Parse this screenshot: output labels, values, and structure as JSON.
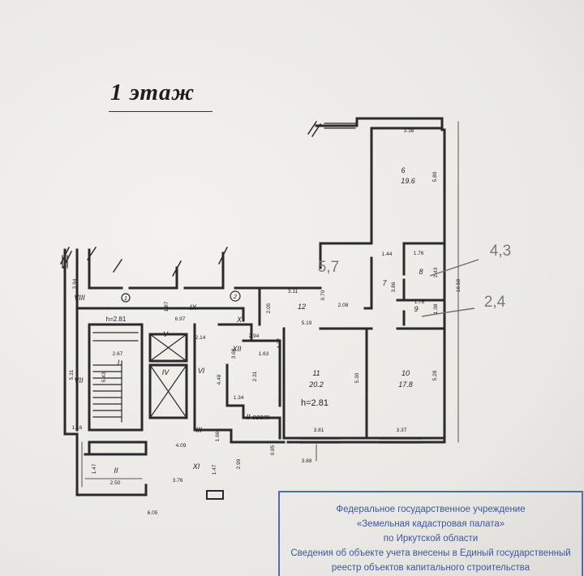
{
  "floor_title": "1 этаж",
  "height_labels": {
    "main": "h=2.81",
    "room11": "h=2.81"
  },
  "rooms": [
    {
      "id": "6",
      "area": "19.6"
    },
    {
      "id": "11",
      "area": "20.2"
    },
    {
      "id": "10",
      "area": "17.8"
    },
    {
      "id": "8",
      "area": ""
    },
    {
      "id": "7",
      "area": ""
    },
    {
      "id": "9",
      "area": ""
    },
    {
      "id": "12",
      "area": ""
    },
    {
      "id": "I",
      "area": ""
    },
    {
      "id": "II",
      "area": ""
    },
    {
      "id": "III",
      "area": ""
    },
    {
      "id": "IV",
      "area": ""
    },
    {
      "id": "V",
      "area": ""
    },
    {
      "id": "VI",
      "area": ""
    },
    {
      "id": "VII",
      "area": ""
    },
    {
      "id": "VIII",
      "area": ""
    },
    {
      "id": "IX",
      "area": ""
    },
    {
      "id": "X",
      "area": ""
    },
    {
      "id": "XI",
      "area": ""
    },
    {
      "id": "XII",
      "area": ""
    },
    {
      "id": "II свет",
      "area": ""
    }
  ],
  "axis_marks": [
    "1",
    "2"
  ],
  "dimensions": [
    "3.38",
    "5.80",
    "1.44",
    "1.76",
    "2.43",
    "3.86",
    "1.78",
    "1.38",
    "16.58",
    "3.11",
    "0.70",
    "2.08",
    "2.05",
    "5.19",
    "2.94",
    "1.37",
    "3.68",
    "1.63",
    "2.31",
    "1.34",
    "5.30",
    "5.28",
    "3.81",
    "3.37",
    "3.88",
    "0.85",
    "2.99",
    "1.47",
    "1.66",
    "4.48",
    "2.14",
    "6.97",
    "1.87",
    "3.94",
    "2.67",
    "5.43",
    "5.31",
    "1.16",
    "4.09",
    "1.47",
    "2.50",
    "3.76",
    "6.05"
  ],
  "handwritten_notes": [
    "4,3",
    "5,7",
    "2,4"
  ],
  "stamp": {
    "line1": "Федеральное государственное учреждение",
    "line2": "«Земельная кадастровая палата»",
    "line3": "по Иркутской области",
    "line4": "Сведения об объекте учета внесены в Единый государственный",
    "line5": "реестр объектов капитального строительства"
  }
}
